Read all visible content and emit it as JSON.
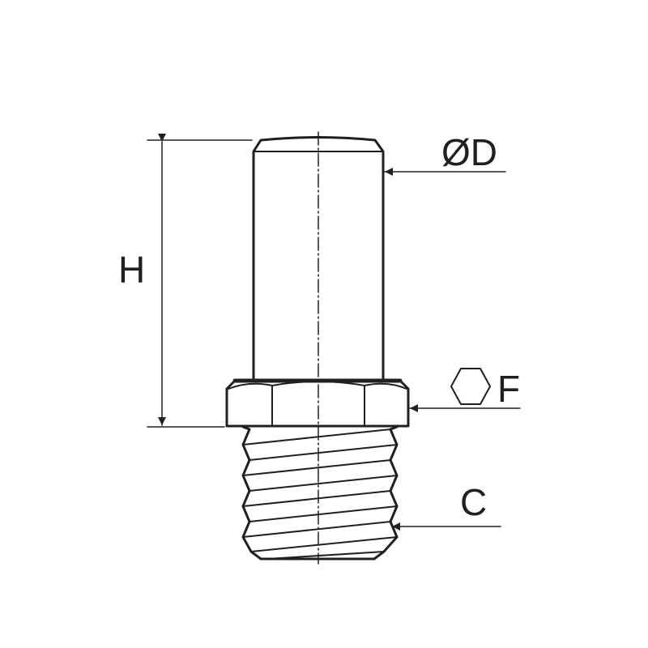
{
  "labels": {
    "diameter": "ØD",
    "height": "H",
    "hex": "F",
    "thread": "C"
  },
  "icons": {
    "hex_symbol": "hexagon-icon"
  },
  "colors": {
    "line": "#231f20",
    "background": "#ffffff"
  }
}
